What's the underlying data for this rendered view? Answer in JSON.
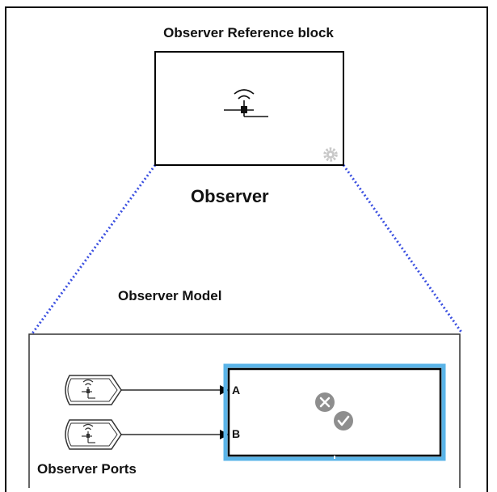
{
  "reference_block": {
    "title": "Observer Reference block",
    "block_name": "Observer"
  },
  "observer_model": {
    "title": "Observer Model",
    "ports_label": "Observer Ports",
    "ports": [
      {
        "label": "A"
      },
      {
        "label": "B"
      }
    ]
  },
  "colors": {
    "zoom_lines": "#3a4fe0",
    "selection_highlight": "#5ab4e8",
    "gear": "#c8c8c8",
    "x_badge": "#8e8e8e",
    "check_badge": "#8e8e8e"
  },
  "icons": [
    "observer-port-icon",
    "gear-icon",
    "x-circle-icon",
    "check-circle-icon"
  ]
}
